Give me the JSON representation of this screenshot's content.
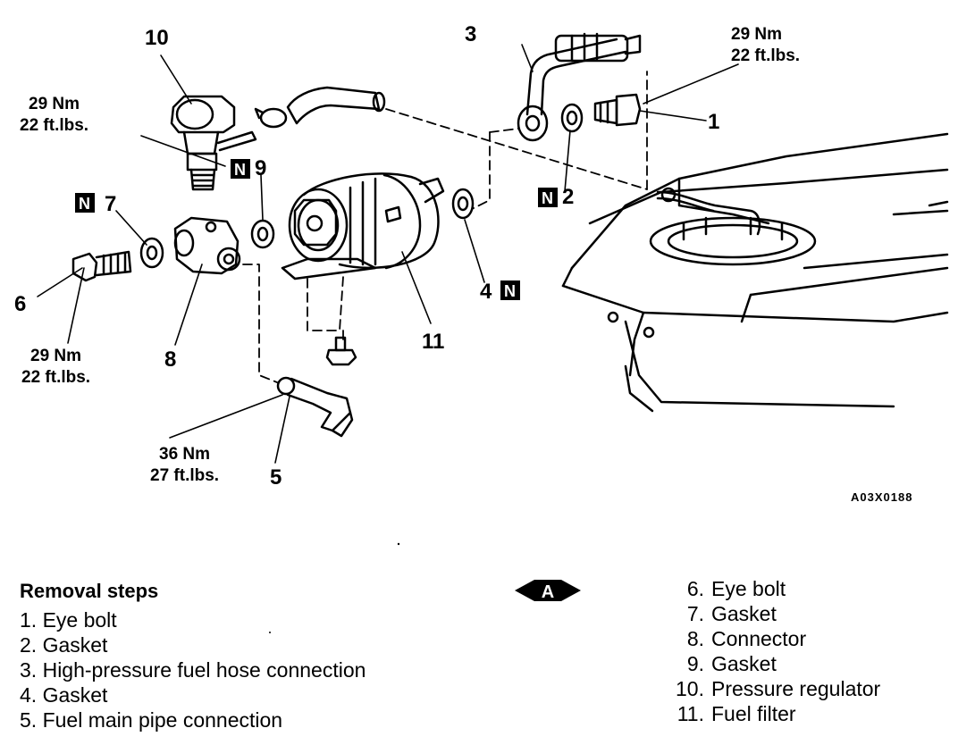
{
  "diagram": {
    "callouts": {
      "c1": "1",
      "c2": "2",
      "c3": "3",
      "c4": "4",
      "c5": "5",
      "c6": "6",
      "c7": "7",
      "c8": "8",
      "c9": "9",
      "c10": "10",
      "c11": "11"
    },
    "new_part_mark": "N",
    "torques": {
      "t10_nm": "29 Nm",
      "t10_ftlbs": "22 ft.lbs.",
      "t1_nm": "29 Nm",
      "t1_ftlbs": "22 ft.lbs.",
      "t6_nm": "29 Nm",
      "t6_ftlbs": "22 ft.lbs.",
      "t5_nm": "36 Nm",
      "t5_ftlbs": "27 ft.lbs."
    },
    "figure_ref": "A03X0188"
  },
  "removal": {
    "heading": "Removal steps",
    "service_mark": "A",
    "steps_left": [
      {
        "num": "1.",
        "text": "Eye bolt"
      },
      {
        "num": "2.",
        "text": "Gasket"
      },
      {
        "num": "3.",
        "text": "High-pressure fuel hose connection"
      },
      {
        "num": "4.",
        "text": "Gasket"
      },
      {
        "num": "5.",
        "text": "Fuel main pipe connection"
      }
    ],
    "steps_right": [
      {
        "num": "6.",
        "text": "Eye bolt"
      },
      {
        "num": "7.",
        "text": "Gasket"
      },
      {
        "num": "8.",
        "text": "Connector"
      },
      {
        "num": "9.",
        "text": "Gasket"
      },
      {
        "num": "10.",
        "text": "Pressure regulator"
      },
      {
        "num": "11.",
        "text": "Fuel filter"
      }
    ]
  }
}
